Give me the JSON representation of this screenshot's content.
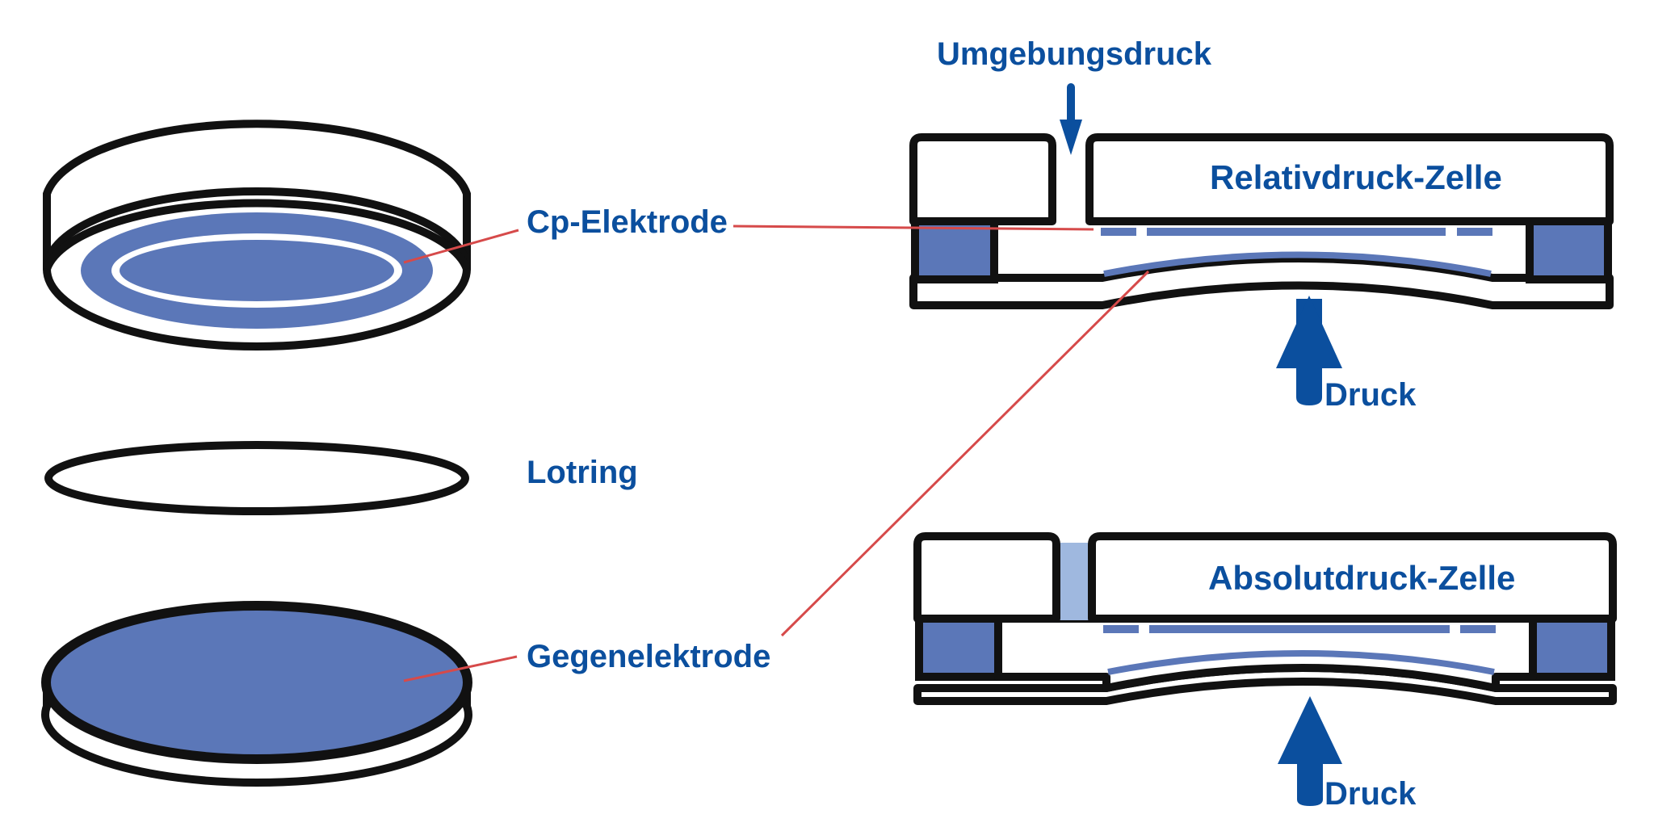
{
  "labels": {
    "ambient_pressure": "Umgebungsdruck",
    "cp_electrode": "Cp-Elektrode",
    "relative_cell": "Relativdruck-Zelle",
    "solder_ring": "Lotring",
    "pressure_top": "Druck",
    "absolute_cell": "Absolutdruck-Zelle",
    "counter_electrode": "Gegenelektrode",
    "pressure_bottom": "Druck"
  },
  "colors": {
    "outline": "#111111",
    "electrode_fill": "#5b77b8",
    "label_text": "#0b4f9e",
    "arrow": "#0b4f9e",
    "leader_line": "#d64a4a",
    "sealed_gap": "#9fb8df"
  }
}
